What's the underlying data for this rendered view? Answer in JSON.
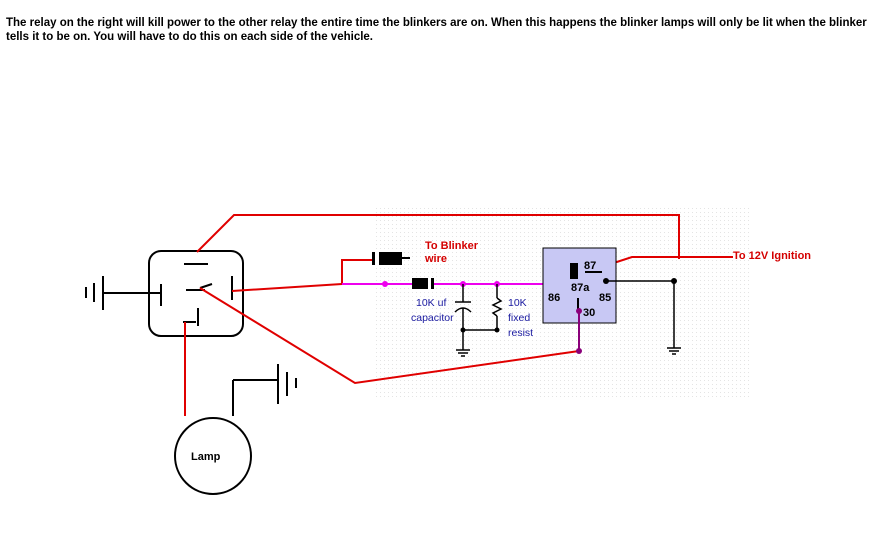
{
  "note": "The relay on the right will kill power to the other relay  the entire time the blinkers are on.  When this happens the blinker lamps will only be lit when the blinker tells it to be on.  You will have to do this on each side of the vehicle.",
  "labels": {
    "to_blinker_line1": "To Blinker",
    "to_blinker_line2": "wire",
    "to_ignition": "To 12V Ignition",
    "capacitor_line1": "10K uf",
    "capacitor_line2": "capacitor",
    "resistor_line1": "10K",
    "resistor_line2": "fixed",
    "resistor_line3": "resist",
    "lamp": "Lamp"
  },
  "relay_pins": {
    "p87": "87",
    "p87a": "87a",
    "p86": "86",
    "p85": "85",
    "p30": "30"
  },
  "colors": {
    "wire_red": "#e00000",
    "wire_magenta": "#ee00ee",
    "wire_purple": "#8a007a",
    "relay_fill": "#c8c8f4",
    "label_red": "#d40000",
    "label_blue": "#1a1aa0"
  }
}
